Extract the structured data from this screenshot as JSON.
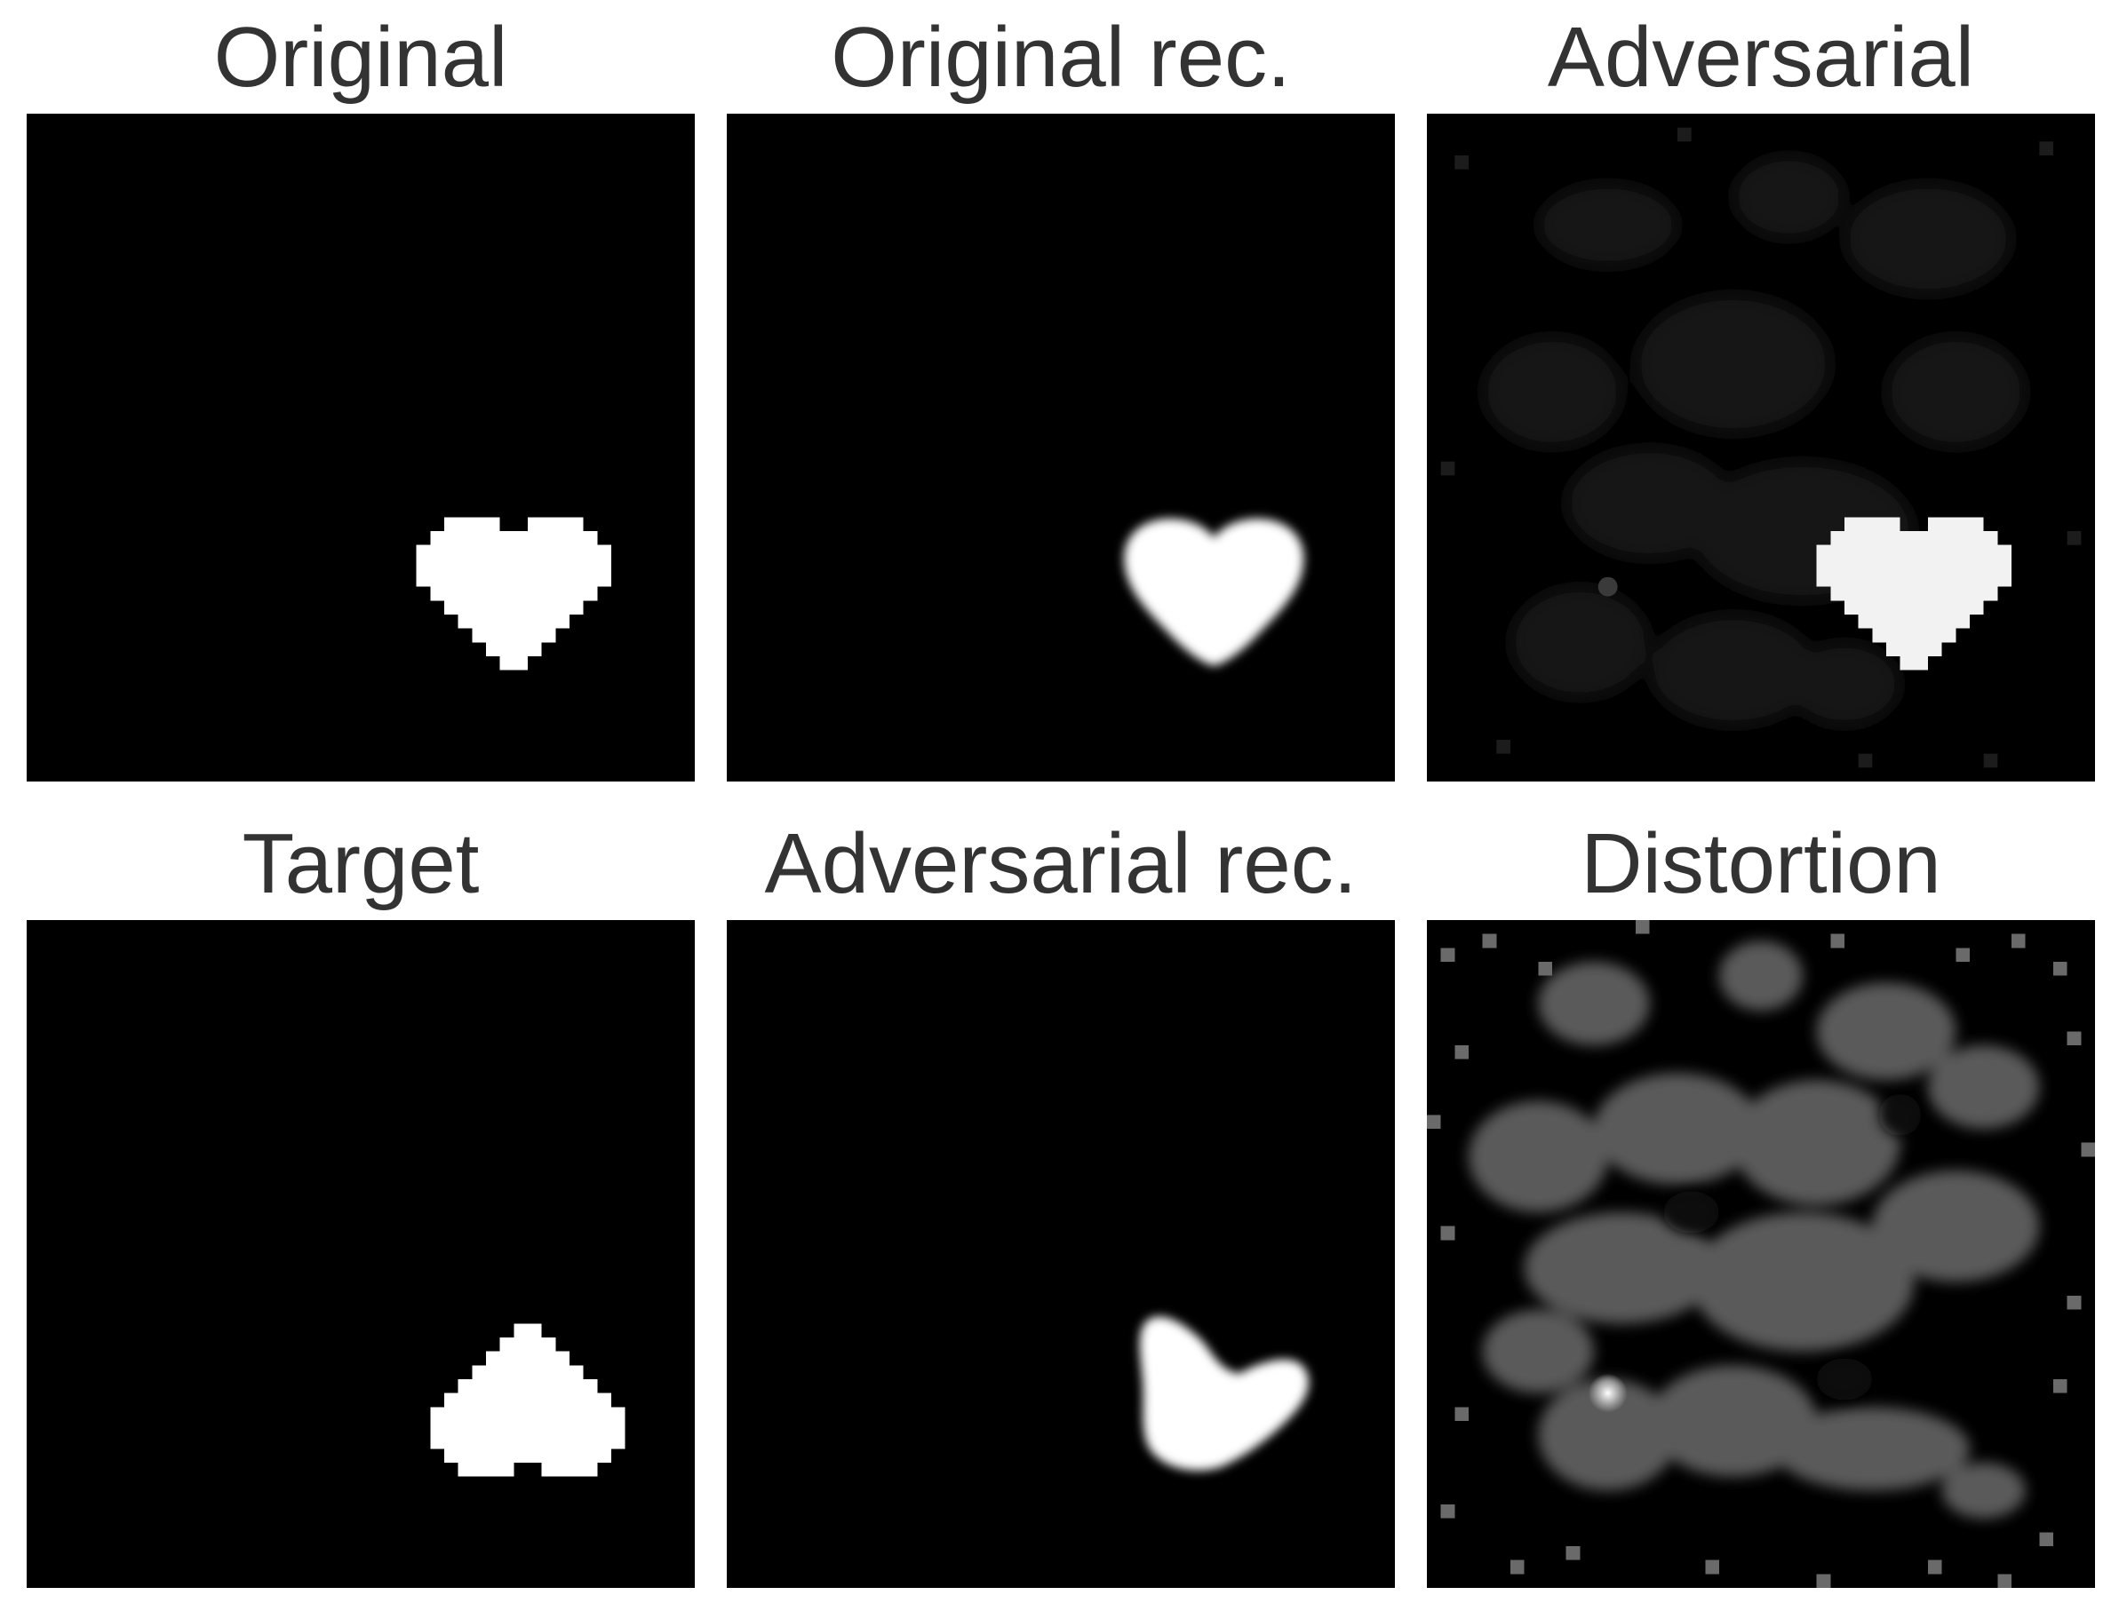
{
  "figure": {
    "panels": [
      {
        "id": "original",
        "title": "Original"
      },
      {
        "id": "original_rec",
        "title": "Original rec."
      },
      {
        "id": "adversarial",
        "title": "Adversarial"
      },
      {
        "id": "target",
        "title": "Target"
      },
      {
        "id": "adversarial_rec",
        "title": "Adversarial rec."
      },
      {
        "id": "distortion",
        "title": "Distortion"
      }
    ]
  }
}
